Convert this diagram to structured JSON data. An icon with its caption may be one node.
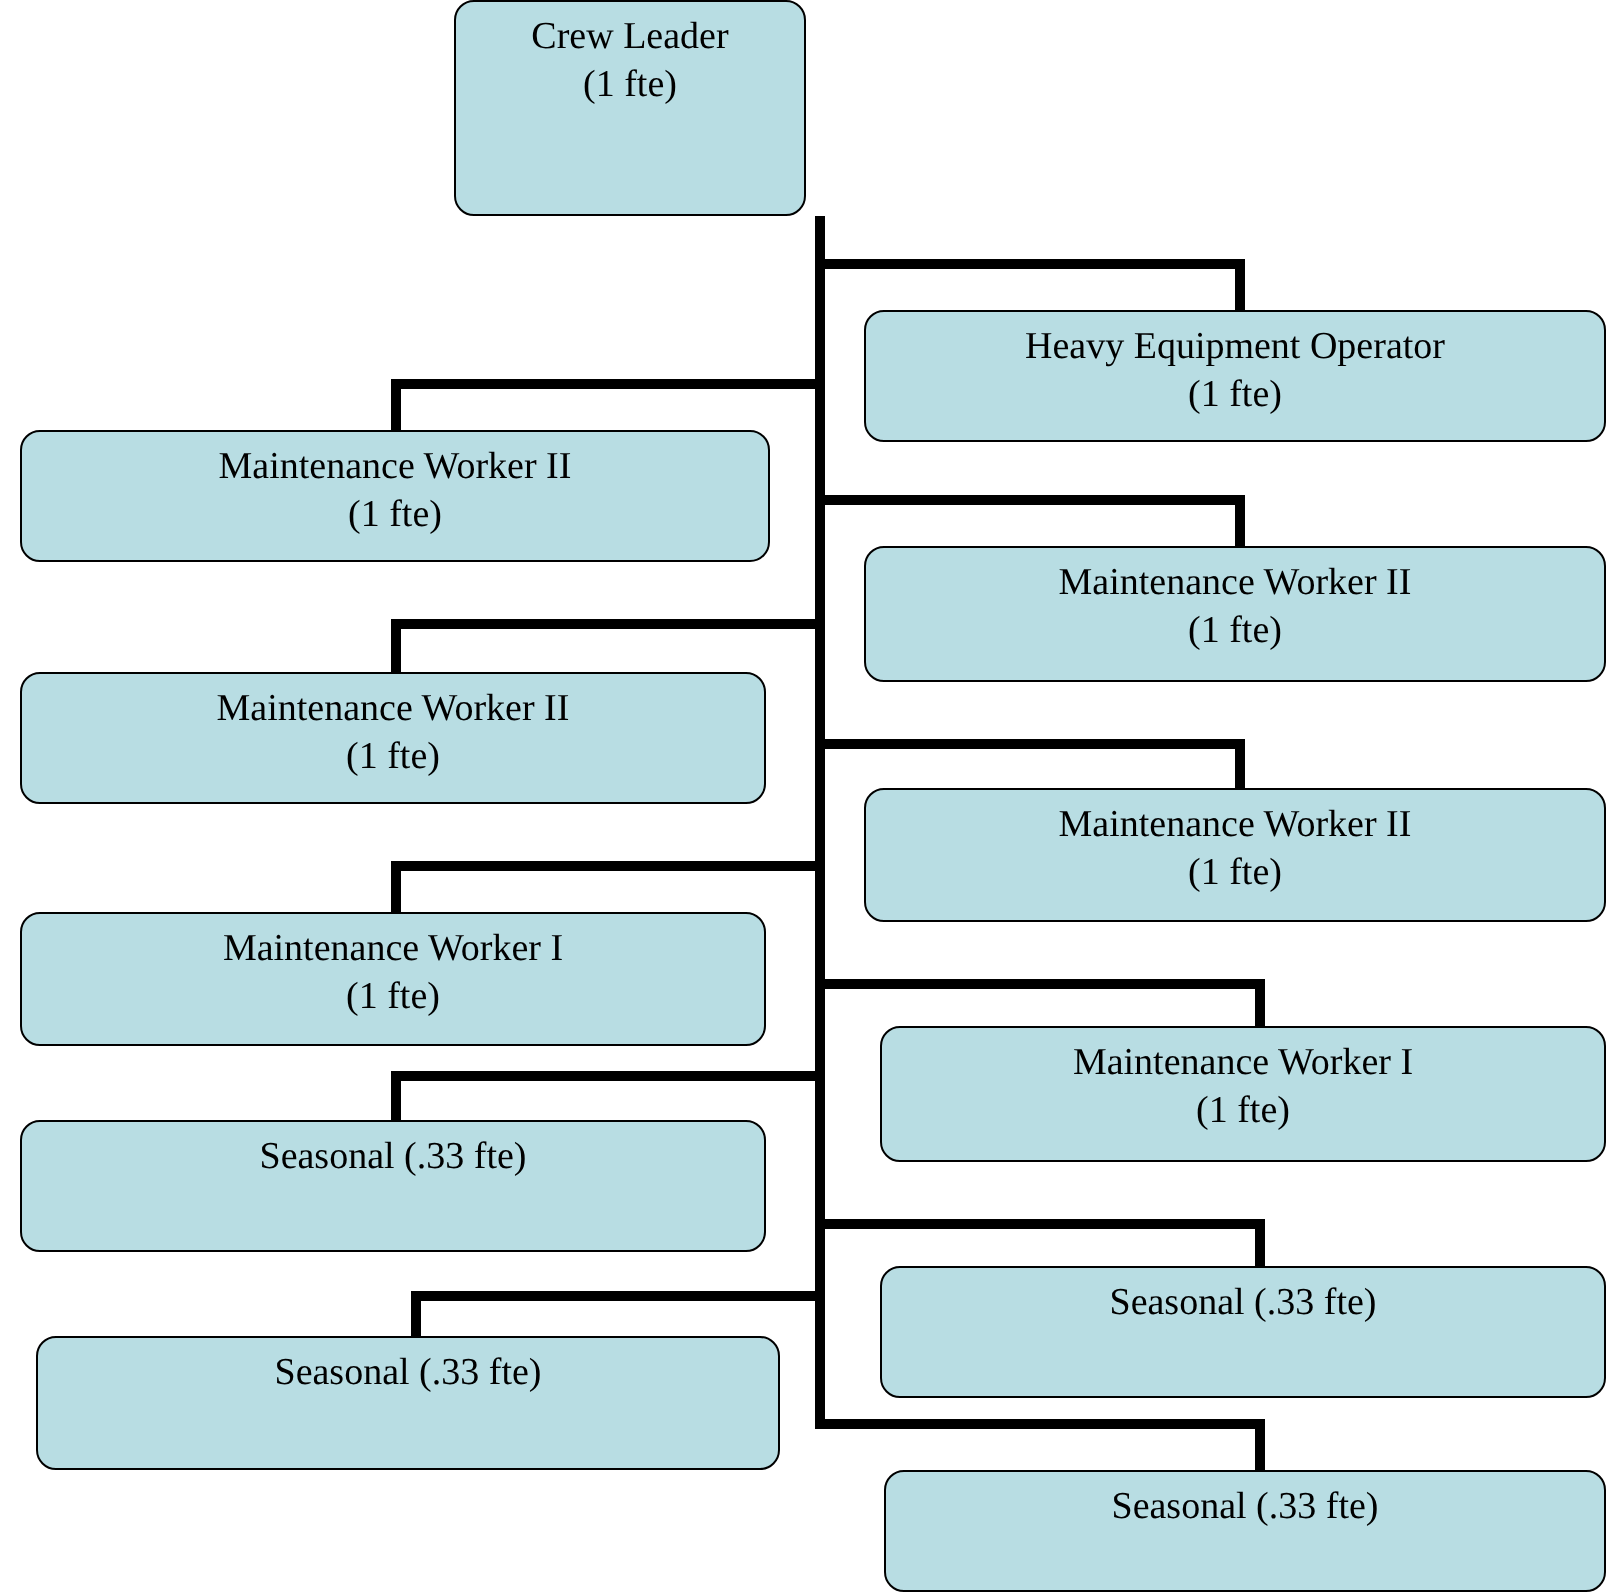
{
  "diagram": {
    "nodes": [
      {
        "text": [
          "Crew Leader",
          "(1 fte)"
        ]
      },
      {
        "text": [
          "Heavy Equipment Operator",
          "(1 fte)"
        ]
      },
      {
        "text": [
          "Maintenance Worker II",
          "(1 fte)"
        ]
      },
      {
        "text": [
          "Maintenance Worker II",
          "(1 fte)"
        ]
      },
      {
        "text": [
          "Maintenance Worker II",
          "(1 fte)"
        ]
      },
      {
        "text": [
          "Maintenance Worker II",
          "(1 fte)"
        ]
      },
      {
        "text": [
          "Maintenance Worker I",
          "(1 fte)"
        ]
      },
      {
        "text": [
          "Maintenance Worker I",
          "(1 fte)"
        ]
      },
      {
        "text": [
          "Seasonal (.33 fte)"
        ]
      },
      {
        "text": [
          "Seasonal (.33 fte)"
        ]
      },
      {
        "text": [
          "Seasonal (.33 fte)"
        ]
      },
      {
        "text": [
          "Seasonal (.33 fte)"
        ]
      }
    ],
    "edges": [
      {
        "from": 0,
        "to": 1,
        "arrow": "none"
      },
      {
        "from": 0,
        "to": 2,
        "arrow": "none"
      },
      {
        "from": 0,
        "to": 3,
        "arrow": "none"
      },
      {
        "from": 0,
        "to": 4,
        "arrow": "none"
      },
      {
        "from": 0,
        "to": 5,
        "arrow": "none"
      },
      {
        "from": 0,
        "to": 6,
        "arrow": "none"
      },
      {
        "from": 0,
        "to": 7,
        "arrow": "none"
      },
      {
        "from": 0,
        "to": 8,
        "arrow": "none"
      },
      {
        "from": 0,
        "to": 9,
        "arrow": "none"
      },
      {
        "from": 0,
        "to": 10,
        "arrow": "none"
      },
      {
        "from": 0,
        "to": 11,
        "arrow": "none"
      }
    ]
  }
}
